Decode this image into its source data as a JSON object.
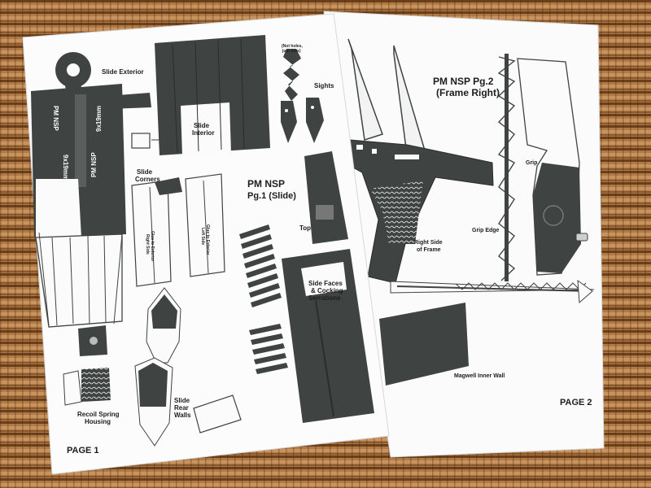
{
  "page1": {
    "title_line1": "PM NSP",
    "title_line2": "Pg.1 (Slide)",
    "page_label": "PAGE 1",
    "labels": {
      "slide_exterior": "Slide Exterior",
      "slide_interior_1": "Slide",
      "slide_interior_2": "Interior",
      "sights": "Sights",
      "not_holes_1": "(Not holes,",
      "not_holes_2": "just dots)",
      "slide_corners_1": "Slide",
      "slide_corners_2": "Corners",
      "top": "Top",
      "side_faces_1": "Side Faces",
      "side_faces_2": "& Cocking",
      "side_faces_3": "Serrations",
      "recoil_1": "Recoil Spring",
      "recoil_2": "Housing",
      "rear_walls_1": "Slide",
      "rear_walls_2": "Rear",
      "rear_walls_3": "Walls",
      "glue_left_1": "Glue to Exterior",
      "glue_left_2": "Right Side",
      "glue_right_1": "Glue to Exterior",
      "glue_right_2": "Left Side"
    },
    "slide_text_1": "PM NSP",
    "slide_text_2": "9x19mm",
    "slide_text_3": "PM NSP",
    "slide_text_4": "9x19mm"
  },
  "page2": {
    "title_line1": "PM NSP Pg.2",
    "title_line2": "(Frame Right)",
    "page_label": "PAGE 2",
    "labels": {
      "grip": "Grip",
      "grip_edge": "Grip Edge",
      "right_side_1": "Right Side",
      "right_side_2": "of Frame",
      "magwell": "Magwell Inner Wall"
    }
  },
  "colors": {
    "wood_light": "#b8824d",
    "wood_dark": "#5a3418",
    "paper": "#fbfbfb",
    "print_dark": "#3f4341"
  }
}
